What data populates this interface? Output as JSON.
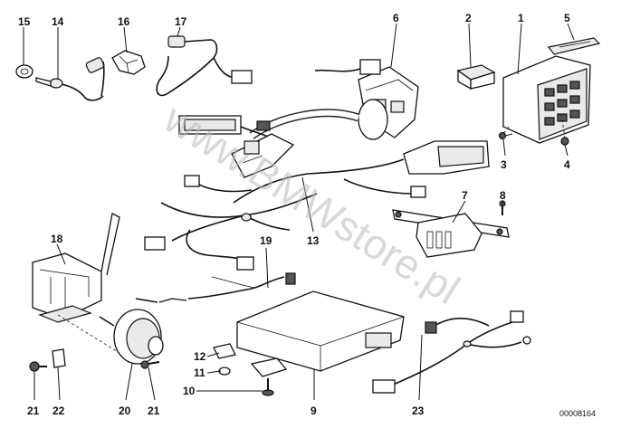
{
  "diagram": {
    "watermark": "www.BMWstore.pl",
    "code": "00008164",
    "callouts": [
      "1",
      "2",
      "3",
      "4",
      "5",
      "6",
      "7",
      "8",
      "9",
      "10",
      "11",
      "12",
      "13",
      "14",
      "15",
      "16",
      "17",
      "18",
      "19",
      "20",
      "21",
      "21",
      "22",
      "23"
    ]
  }
}
